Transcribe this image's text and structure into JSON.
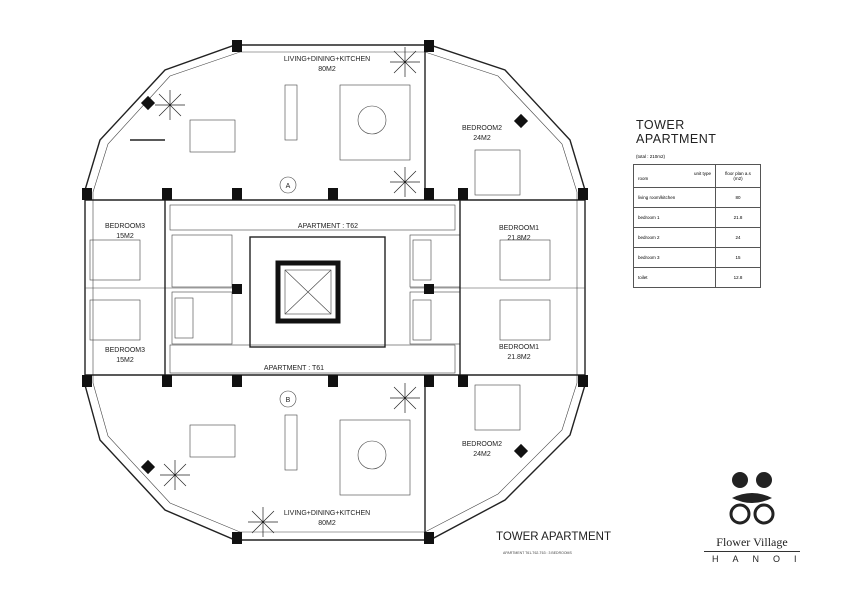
{
  "plan": {
    "rooms": {
      "ldk_top": "LIVING+DINING+KITCHEN",
      "ldk_top_area": "80M2",
      "bed2_top": "BEDROOM2",
      "bed2_top_area": "24M2",
      "bed3_top": "BEDROOM3",
      "bed3_top_area": "15M2",
      "bed1_top": "BEDROOM1",
      "bed1_top_area": "21.8M2",
      "apt_top": "APARTMENT : T62",
      "apt_bot": "APARTMENT : T61",
      "bed3_bot": "BEDROOM3",
      "bed3_bot_area": "15M2",
      "bed1_bot": "BEDROOM1",
      "bed1_bot_area": "21.8M2",
      "bed2_bot": "BEDROOM2",
      "bed2_bot_area": "24M2",
      "ldk_bot": "LIVING+DINING+KITCHEN",
      "ldk_bot_area": "80M2",
      "marker_a": "A",
      "marker_b": "B"
    }
  },
  "table": {
    "title": "TOWER APARTMENT",
    "total": "(total : 210m2)",
    "header_unit": "unit type",
    "header_room": "room",
    "header_area": "floor plan a.s (m2)",
    "rows": [
      {
        "room": "living room/kitchen",
        "area": "80"
      },
      {
        "room": "bedroom 1",
        "area": "21.8"
      },
      {
        "room": "bedroom 2",
        "area": "24"
      },
      {
        "room": "bedroom 3",
        "area": "15"
      },
      {
        "room": "toilet",
        "area": "12.8"
      }
    ]
  },
  "footer": {
    "title": "TOWER APARTMENT",
    "subtitle": "APARTMENT T61-T62-T63 : 3 BEDROOMS"
  },
  "logo": {
    "name": "Flower Village",
    "city": "HANOI"
  }
}
